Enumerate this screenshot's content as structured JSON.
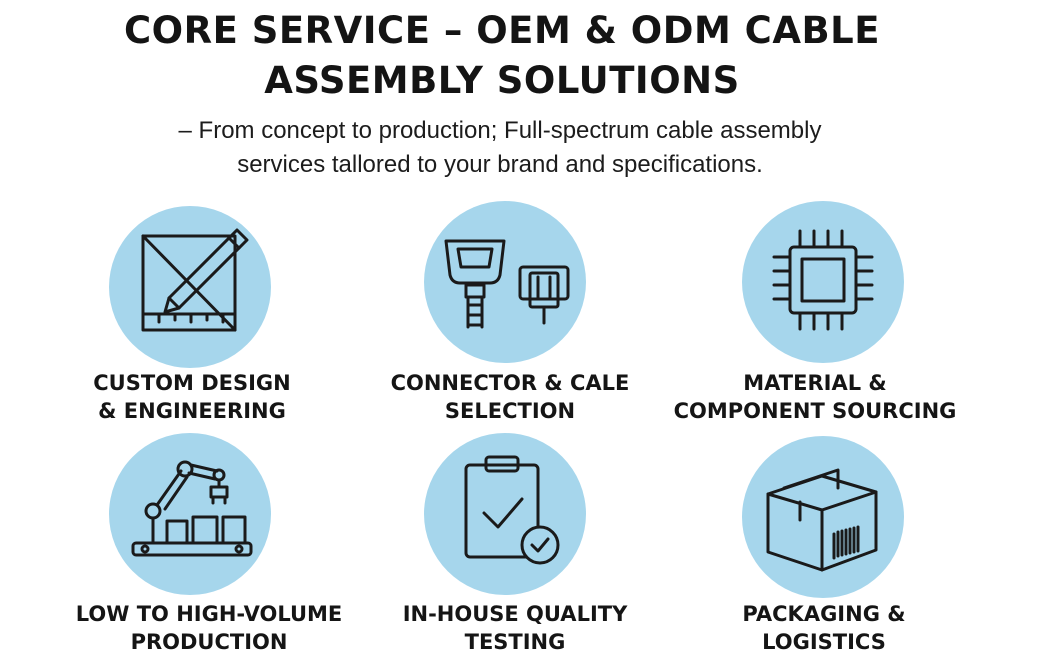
{
  "header": {
    "title": "CORE SERVICE – OEM & ODM CABLE\nASSEMBLY SOLUTIONS",
    "subtitle": "– From concept to production; Full-spectrum cable assembly\nservices tallored to your brand and specifications."
  },
  "colors": {
    "circle_fill": "#a6d6ec",
    "icon_stroke": "#1a1a1a",
    "text": "#141414"
  },
  "services": [
    {
      "icon": "design-pencil-ruler-icon",
      "label": "CUSTOM DESIGN\n& ENGINEERING"
    },
    {
      "icon": "connector-plugs-icon",
      "label": "CONNECTOR & CALE\nSELECTION"
    },
    {
      "icon": "microchip-icon",
      "label": "MATERIAL &\nCOMPONENT SOURCING"
    },
    {
      "icon": "robotic-arm-production-icon",
      "label": "LOW TO HIGH-VOLUME\nPRODUCTION"
    },
    {
      "icon": "clipboard-check-icon",
      "label": "IN-HOUSE QUALITY\nTESTING"
    },
    {
      "icon": "package-box-icon",
      "label": "PACKAGING &\nLOGISTICS"
    }
  ]
}
